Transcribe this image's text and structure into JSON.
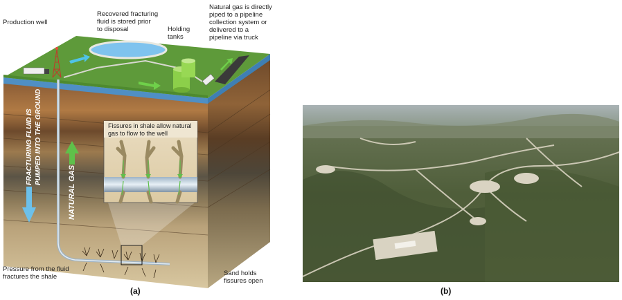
{
  "figure": {
    "panel_a": {
      "caption": "(a)",
      "labels": {
        "production_well": "Production well",
        "recovered_fluid": "Recovered fracturing\nfluid is stored prior\nto disposal",
        "holding_tanks": "Holding\ntanks",
        "natural_gas_piped": "Natural gas is directly\npiped to a pipeline\ncollection system or\ndelivered to a\npipeline via truck",
        "fissures_inset": "Fissures in shale allow natural\ngas to flow to the well",
        "fracturing_fluid_pumped": "FRACTURING FLUID IS\nPUMPED INTO THE GROUND",
        "natural_gas": "NATURAL GAS",
        "pressure_fractures": "Pressure from the fluid\nfractures the shale",
        "sand_holds": "Sand holds\nfissures open"
      }
    },
    "panel_b": {
      "caption": "(b)"
    }
  },
  "colors": {
    "grass": "#5e9a3a",
    "water": "#5aa6d6",
    "arrow_green": "#5fc04a",
    "arrow_blue": "#6cc0ea",
    "soil_dark": "#6b4a2e",
    "soil_light": "#c9b68a"
  }
}
